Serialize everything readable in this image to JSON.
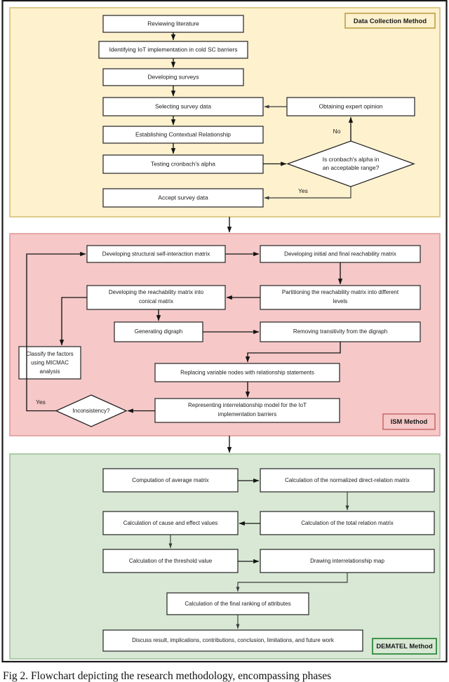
{
  "figure": {
    "caption": "Fig 2. Flowchart depicting the research methodology, encompassing phases",
    "outer_border_color": "#1a1a1a",
    "background": "#ffffff"
  },
  "sections": [
    {
      "id": "data-collection",
      "tag": "Data Collection Method",
      "fill": "#fdf1ce",
      "border": "#d6bf76",
      "tag_fill": "#fdf1ce",
      "tag_border": "#b89a3c"
    },
    {
      "id": "ism",
      "tag": "ISM Method",
      "fill": "#f6c8c8",
      "border": "#e09a9a",
      "tag_fill": "#f6c8c8",
      "tag_border": "#c96f6f"
    },
    {
      "id": "dematel",
      "tag": "DEMATEL Method",
      "fill": "#d8e8d4",
      "border": "#9fc39a",
      "tag_fill": "#d8e8d4",
      "tag_border": "#2e8b3d"
    }
  ],
  "chart_data": {
    "type": "flowchart",
    "title": "Flowchart depicting the research methodology, encompassing phases",
    "phases": [
      "Data Collection Method",
      "ISM Method",
      "DEMATEL Method"
    ],
    "nodes": [
      {
        "id": "n1",
        "phase": "Data Collection Method",
        "shape": "process",
        "label": "Reviewing literature"
      },
      {
        "id": "n2",
        "phase": "Data Collection Method",
        "shape": "process",
        "label": "Identifying IoT implementation in cold SC barriers"
      },
      {
        "id": "n3",
        "phase": "Data Collection Method",
        "shape": "process",
        "label": "Developing surveys"
      },
      {
        "id": "n4",
        "phase": "Data Collection Method",
        "shape": "process",
        "label": "Selecting survey data"
      },
      {
        "id": "n5",
        "phase": "Data Collection Method",
        "shape": "process",
        "label": "Establishing Contextual Relationship"
      },
      {
        "id": "n6",
        "phase": "Data Collection Method",
        "shape": "process",
        "label": "Testing cronbach's alpha"
      },
      {
        "id": "n7",
        "phase": "Data Collection Method",
        "shape": "process",
        "label": "Accept survey data"
      },
      {
        "id": "n8",
        "phase": "Data Collection Method",
        "shape": "process",
        "label": "Obtaining expert opinion"
      },
      {
        "id": "d1",
        "phase": "Data Collection Method",
        "shape": "decision",
        "label_line1": "Is cronbach's alpha in",
        "label_line2": "an acceptable range?"
      },
      {
        "id": "m1",
        "phase": "ISM Method",
        "shape": "process",
        "label": "Developing structural self-interaction matrix"
      },
      {
        "id": "m2",
        "phase": "ISM Method",
        "shape": "process",
        "label": "Developing initial and final reachability matrix"
      },
      {
        "id": "m3",
        "phase": "ISM Method",
        "shape": "process",
        "label_line1": "Partitioning the reachability matrix into different",
        "label_line2": "levels"
      },
      {
        "id": "m4",
        "phase": "ISM Method",
        "shape": "process",
        "label_line1": "Developing the reachability matrix into",
        "label_line2": "conical matrix"
      },
      {
        "id": "m5",
        "phase": "ISM Method",
        "shape": "process",
        "label": "Generating digraph"
      },
      {
        "id": "m6",
        "phase": "ISM Method",
        "shape": "process",
        "label": "Removing transitivity from the digraph"
      },
      {
        "id": "m7",
        "phase": "ISM Method",
        "shape": "process",
        "label_line1": "Classify the factors",
        "label_line2": "using MICMAC",
        "label_line3": "analysis"
      },
      {
        "id": "m8",
        "phase": "ISM Method",
        "shape": "process",
        "label": "Replacing variable nodes with relationship statements"
      },
      {
        "id": "m9",
        "phase": "ISM Method",
        "shape": "process",
        "label_line1": "Representing interrelationship model for the IoT",
        "label_line2": "implementation barriers"
      },
      {
        "id": "d2",
        "phase": "ISM Method",
        "shape": "decision",
        "label": "Inconsistency?"
      },
      {
        "id": "e1",
        "phase": "DEMATEL Method",
        "shape": "process",
        "label": "Computation of average matrix"
      },
      {
        "id": "e2",
        "phase": "DEMATEL Method",
        "shape": "process",
        "label": "Calculation of the normalized direct-relation matrix"
      },
      {
        "id": "e3",
        "phase": "DEMATEL Method",
        "shape": "process",
        "label": "Calculation of the total relation matrix"
      },
      {
        "id": "e4",
        "phase": "DEMATEL Method",
        "shape": "process",
        "label": "Calculation of cause and effect values"
      },
      {
        "id": "e5",
        "phase": "DEMATEL Method",
        "shape": "process",
        "label": "Calculation of the threshold value"
      },
      {
        "id": "e6",
        "phase": "DEMATEL Method",
        "shape": "process",
        "label": "Drawing interrelationship map"
      },
      {
        "id": "e7",
        "phase": "DEMATEL Method",
        "shape": "process",
        "label": "Calculation of the final ranking of attributes"
      },
      {
        "id": "e8",
        "phase": "DEMATEL Method",
        "shape": "process",
        "label": "Discuss result, implications, contributions, conclusion, limitations, and future work"
      }
    ],
    "edges": [
      {
        "from": "n1",
        "to": "n2",
        "label": ""
      },
      {
        "from": "n2",
        "to": "n3",
        "label": ""
      },
      {
        "from": "n3",
        "to": "n4",
        "label": ""
      },
      {
        "from": "n4",
        "to": "n5",
        "label": ""
      },
      {
        "from": "n5",
        "to": "n6",
        "label": ""
      },
      {
        "from": "n6",
        "to": "d1",
        "label": ""
      },
      {
        "from": "d1",
        "to": "n8",
        "label": "No"
      },
      {
        "from": "n8",
        "to": "n4",
        "label": ""
      },
      {
        "from": "d1",
        "to": "n7",
        "label": "Yes"
      },
      {
        "from": "n7",
        "to": "m1",
        "label": ""
      },
      {
        "from": "m1",
        "to": "m2",
        "label": ""
      },
      {
        "from": "m2",
        "to": "m3",
        "label": ""
      },
      {
        "from": "m3",
        "to": "m4",
        "label": ""
      },
      {
        "from": "m4",
        "to": "m5",
        "label": ""
      },
      {
        "from": "m4",
        "to": "m7",
        "label": ""
      },
      {
        "from": "m5",
        "to": "m6",
        "label": ""
      },
      {
        "from": "m6",
        "to": "m8",
        "label": ""
      },
      {
        "from": "m8",
        "to": "m9",
        "label": ""
      },
      {
        "from": "m9",
        "to": "d2",
        "label": ""
      },
      {
        "from": "d2",
        "to": "m1",
        "label": "Yes"
      },
      {
        "from": "m9",
        "to": "e1",
        "label": ""
      },
      {
        "from": "e1",
        "to": "e2",
        "label": ""
      },
      {
        "from": "e2",
        "to": "e3",
        "label": ""
      },
      {
        "from": "e3",
        "to": "e4",
        "label": ""
      },
      {
        "from": "e4",
        "to": "e5",
        "label": ""
      },
      {
        "from": "e5",
        "to": "e6",
        "label": ""
      },
      {
        "from": "e6",
        "to": "e7",
        "label": ""
      },
      {
        "from": "e7",
        "to": "e8",
        "label": ""
      }
    ],
    "edge_labels": [
      "No",
      "Yes",
      "Yes"
    ]
  }
}
